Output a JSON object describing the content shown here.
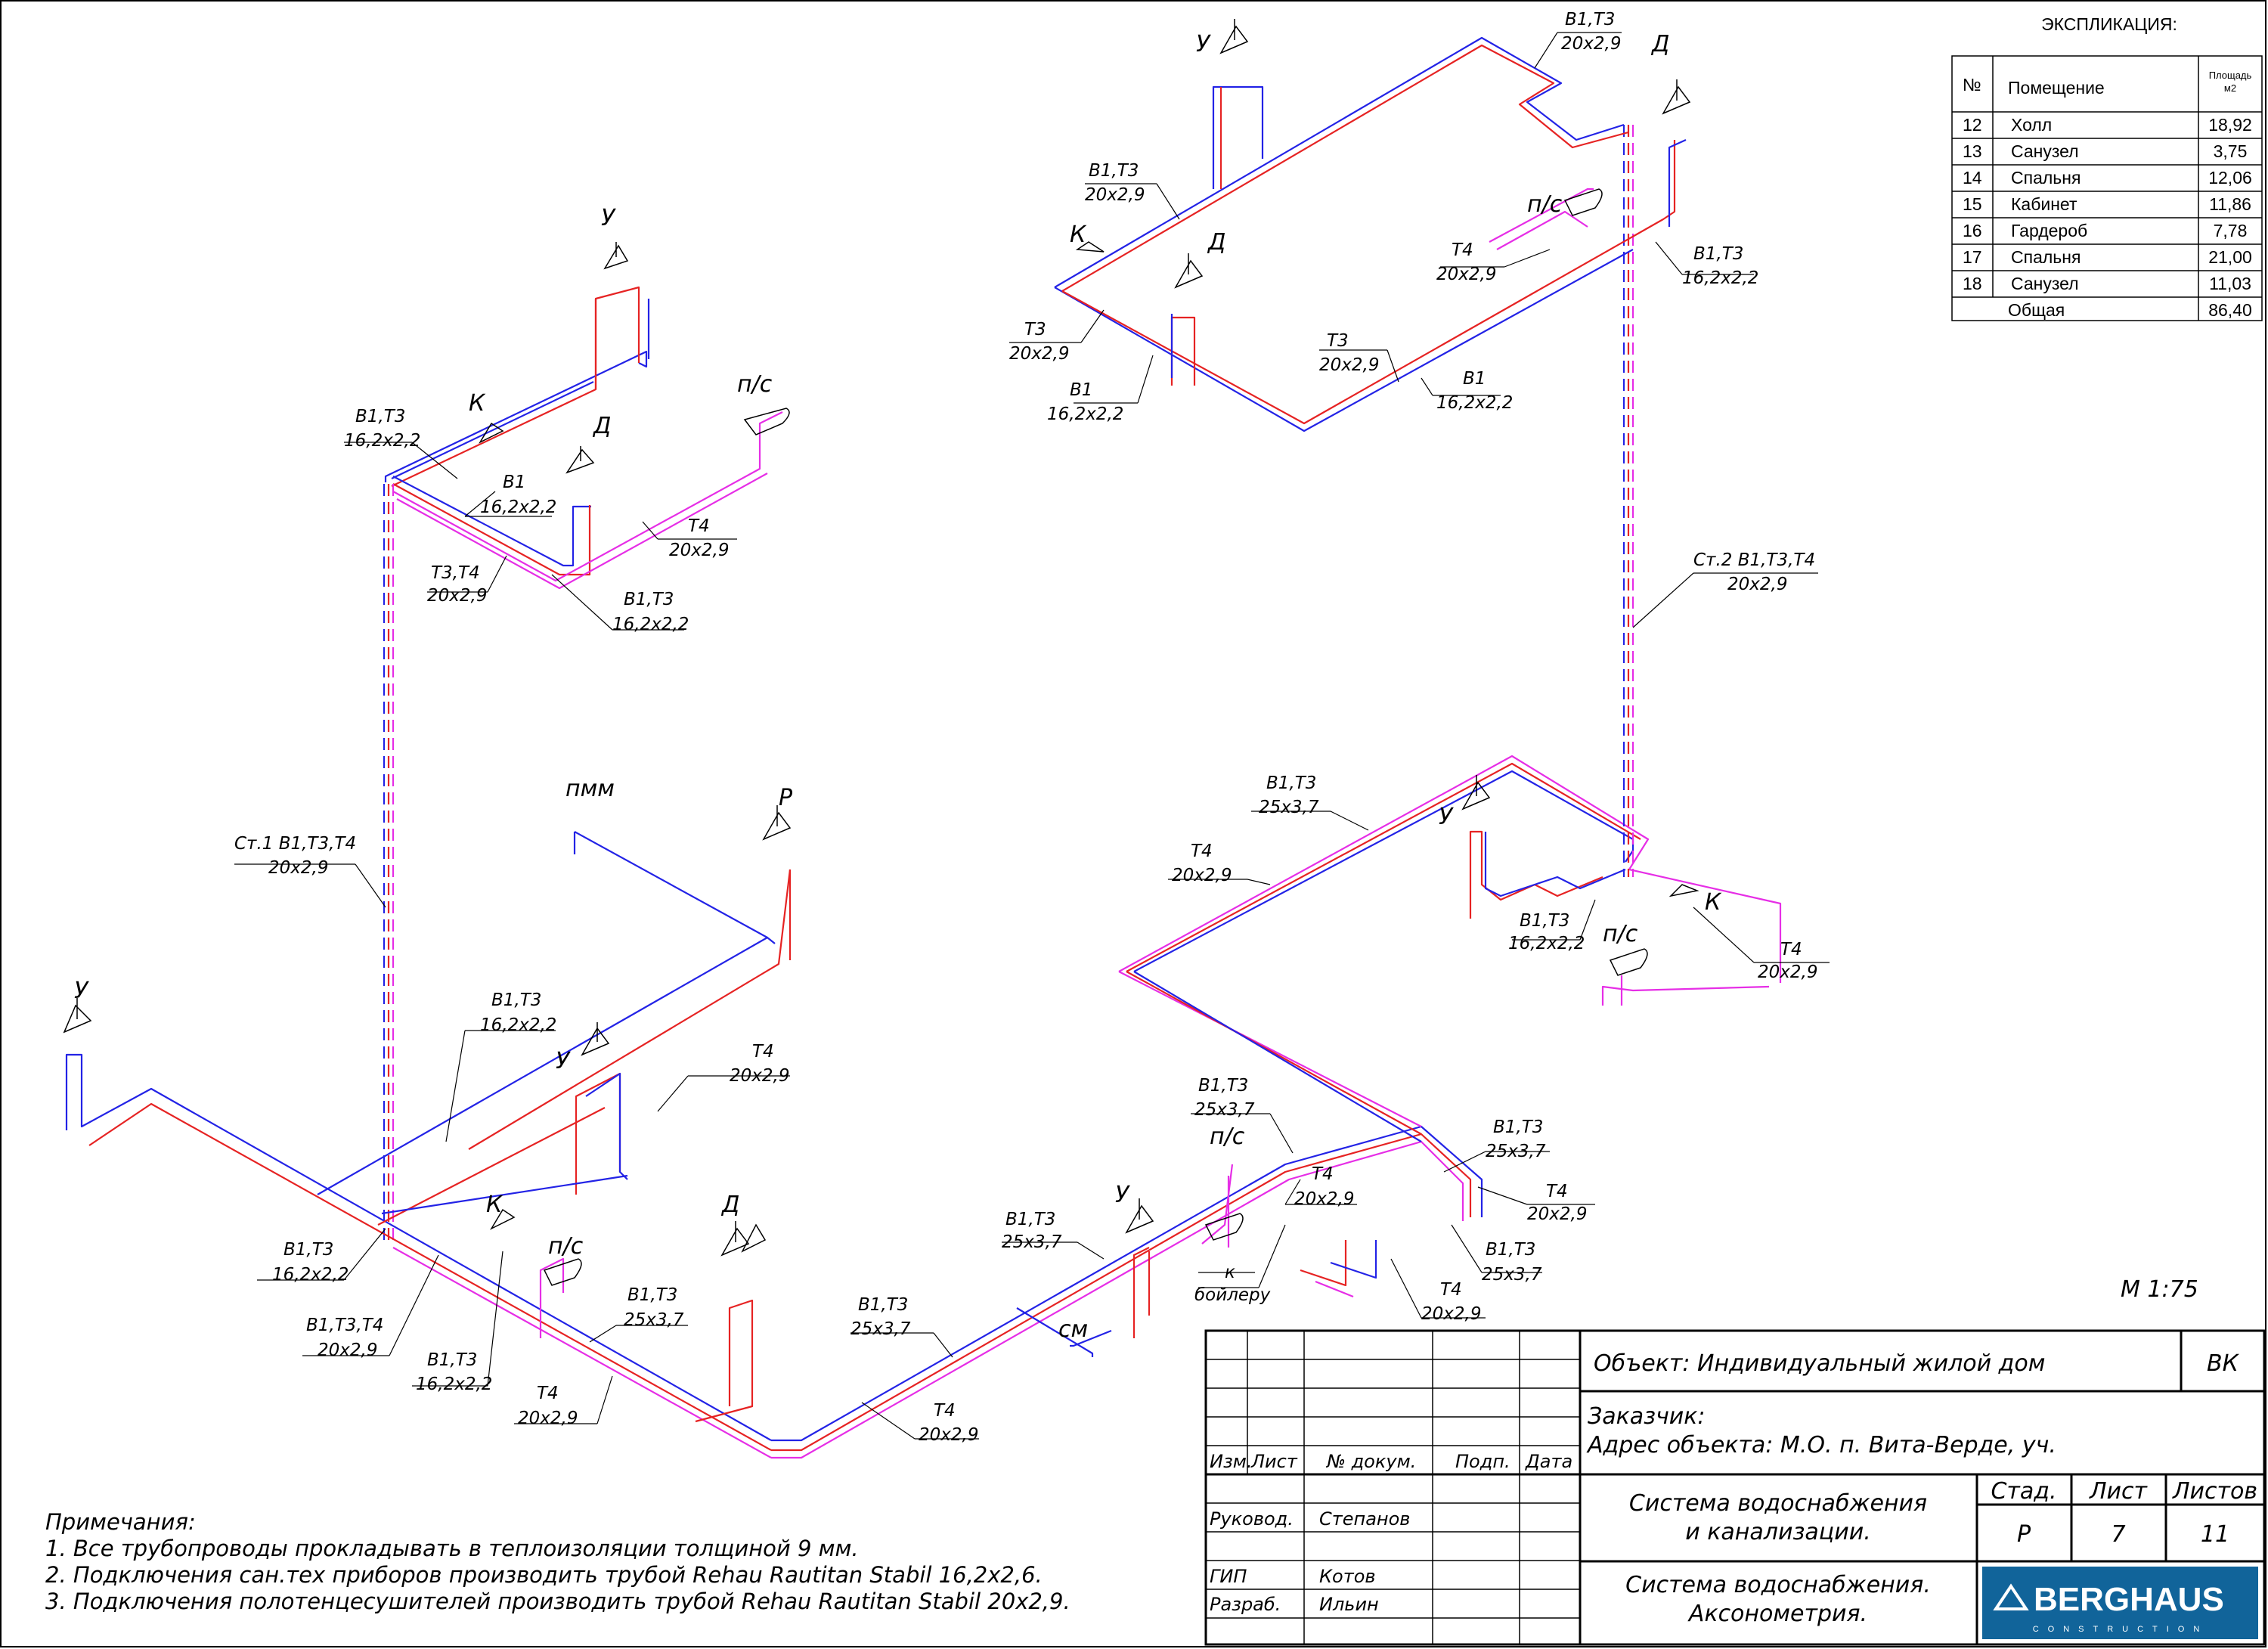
{
  "explication": {
    "title": "ЭКСПЛИКАЦИЯ:",
    "col_no": "№",
    "col_room": "Помещение",
    "col_area_1": "Площадь",
    "col_area_2": "м2",
    "rows": [
      {
        "no": "12",
        "room": "Холл",
        "area": "18,92"
      },
      {
        "no": "13",
        "room": "Санузел",
        "area": "3,75"
      },
      {
        "no": "14",
        "room": "Спальня",
        "area": "12,06"
      },
      {
        "no": "15",
        "room": "Кабинет",
        "area": "11,86"
      },
      {
        "no": "16",
        "room": "Гардероб",
        "area": "7,78"
      },
      {
        "no": "17",
        "room": "Спальня",
        "area": "21,00"
      },
      {
        "no": "18",
        "room": "Санузел",
        "area": "11,03"
      }
    ],
    "total_label": "Общая",
    "total_area": "86,40"
  },
  "scale": "М 1:75",
  "pipe_colors": {
    "cold_water": "#2323e6",
    "hot_water": "#e62323",
    "recirculation": "#e62ee6"
  },
  "labels": {
    "b1t3": "В1,Т3",
    "b1": "В1",
    "t3": "Т3",
    "t4": "Т4",
    "t3t4": "Т3,Т4",
    "b1t3t4": "В1,Т3,Т4",
    "st1": "Ст.1 В1,Т3,Т4",
    "st2": "Ст.2 В1,Т3,Т4",
    "d20": "20х2,9",
    "d16": "16,2х2,2",
    "d25": "25х3,7",
    "u": "У",
    "k": "К",
    "d": "Д",
    "ps": "п/с",
    "r": "Р",
    "pmm": "пмм",
    "sm": "см",
    "to_boiler_1": "к",
    "to_boiler_2": "бойлеру"
  },
  "notes": {
    "title": "Примечания:",
    "items": [
      "1. Все трубопроводы прокладывать в теплоизоляции толщиной 9 мм.",
      "2. Подключения сан.тех приборов производить трубой Rehau Rautitan Stabil 16,2х2,6.",
      "3. Подключения полотенцесушителей производить трубой Rehau Rautitan Stabil 20х2,9."
    ]
  },
  "title_block": {
    "object": "Объект: Индивидуальный жилой дом",
    "code": "ВК",
    "customer": "Заказчик:",
    "address": "Адрес объекта: М.О. п. Вита-Верде, уч.",
    "hdr_change": "Изм.",
    "hdr_sheet": "Лист",
    "hdr_doc": "№ докум.",
    "hdr_sign": "Подп.",
    "hdr_date": "Дата",
    "role_lead": "Руковод.",
    "name_lead": "Степанов",
    "role_gip": "ГИП",
    "name_gip": "Котов",
    "role_dev": "Разраб.",
    "name_dev": "Ильин",
    "system_1": "Система водоснабжения",
    "system_2": "и канализации.",
    "stage_hdr": "Стад.",
    "sheet_hdr": "Лист",
    "sheets_hdr": "Листов",
    "stage": "Р",
    "sheet": "7",
    "sheets": "11",
    "drawing_1": "Система водоснабжения.",
    "drawing_2": "Аксонометрия.",
    "logo": "BERGHAUS",
    "logo_sub": "CONSTRUCTION"
  }
}
